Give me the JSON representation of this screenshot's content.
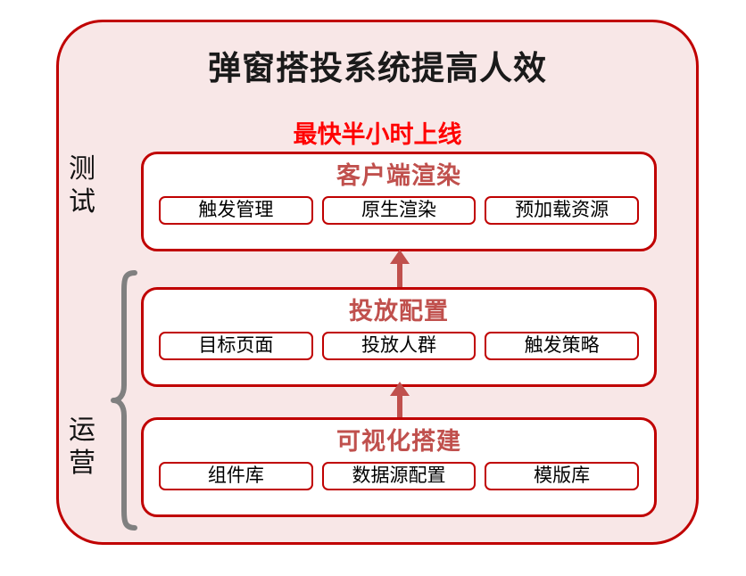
{
  "diagram": {
    "title": "弹窗搭投系统提高人效",
    "subtitle": "最快半小时上线",
    "colors": {
      "panel_background": "#f8e7e7",
      "panel_border": "#c00000",
      "card_background": "#ffffff",
      "card_border": "#c00000",
      "card_title": "#c0504d",
      "subtitle_text": "#ff0000",
      "title_text": "#1a1a1a",
      "tag_border": "#c00000",
      "tag_text": "#000000",
      "brace": "#808080",
      "arrow": "#c0504d"
    },
    "side_labels": [
      {
        "name": "test",
        "text": "测试",
        "chars": [
          "测",
          "试"
        ]
      },
      {
        "name": "operations",
        "text": "运营",
        "chars": [
          "运",
          "营"
        ]
      }
    ],
    "brace": {
      "label": "运营",
      "spans": [
        "投放配置",
        "可视化搭建"
      ]
    },
    "stages": [
      {
        "id": "client-render",
        "title": "客户端渲染",
        "tags": [
          "触发管理",
          "原生渲染",
          "预加载资源"
        ]
      },
      {
        "id": "delivery-config",
        "title": "投放配置",
        "tags": [
          "目标页面",
          "投放人群",
          "触发策略"
        ]
      },
      {
        "id": "visual-builder",
        "title": "可视化搭建",
        "tags": [
          "组件库",
          "数据源配置",
          "模版库"
        ]
      }
    ],
    "connectors": [
      {
        "from": "可视化搭建",
        "to": "投放配置",
        "direction": "up"
      },
      {
        "from": "投放配置",
        "to": "客户端渲染",
        "direction": "up"
      }
    ]
  }
}
